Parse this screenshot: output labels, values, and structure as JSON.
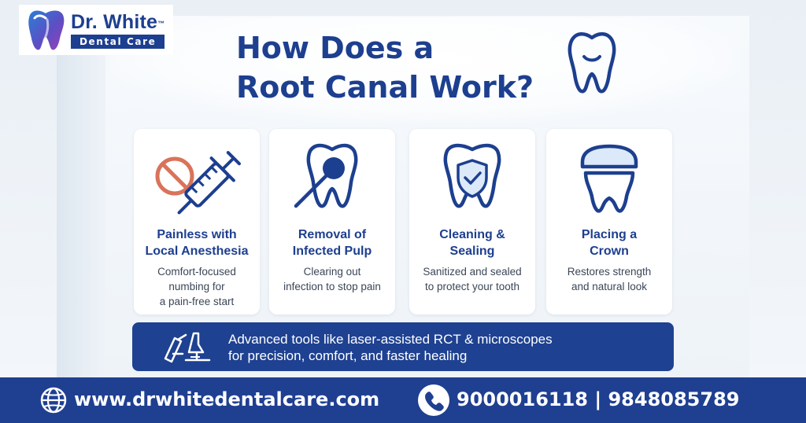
{
  "brand": {
    "name": "Dr. White",
    "trademark": "™",
    "subtitle": "Dental Care"
  },
  "title": {
    "line1": "How Does a",
    "line2": "Root Canal Work?"
  },
  "cards": [
    {
      "icon": "syringe-icon",
      "title": [
        "Painless with",
        "Local Anesthesia"
      ],
      "desc": [
        "Comfort-focused",
        "numbing for",
        "a pain-free start"
      ]
    },
    {
      "icon": "tooth-pulp-icon",
      "title": [
        "Removal of",
        "Infected Pulp"
      ],
      "desc": [
        "Clearing out",
        "infection to stop pain"
      ]
    },
    {
      "icon": "tooth-shield-icon",
      "title": [
        "Cleaning &",
        "Sealing"
      ],
      "desc": [
        "Sanitized and sealed",
        "to protect your tooth"
      ]
    },
    {
      "icon": "tooth-crown-icon",
      "title": [
        "Placing a",
        "Crown"
      ],
      "desc": [
        "Restores strength",
        "and natural look"
      ]
    }
  ],
  "banner": {
    "icon": "laser-microscope-icon",
    "line1": "Advanced tools like laser-assisted RCT & microscopes",
    "line2": "for precision, comfort, and faster healing"
  },
  "footer": {
    "website": "www.drwhitedentalcare.com",
    "phones": "9000016118 | 9848085789"
  },
  "colors": {
    "brand_blue": "#1d3f8f",
    "accent_red": "#d9735a",
    "card_bg": "#ffffff",
    "footer_bg": "#1f3f91"
  }
}
